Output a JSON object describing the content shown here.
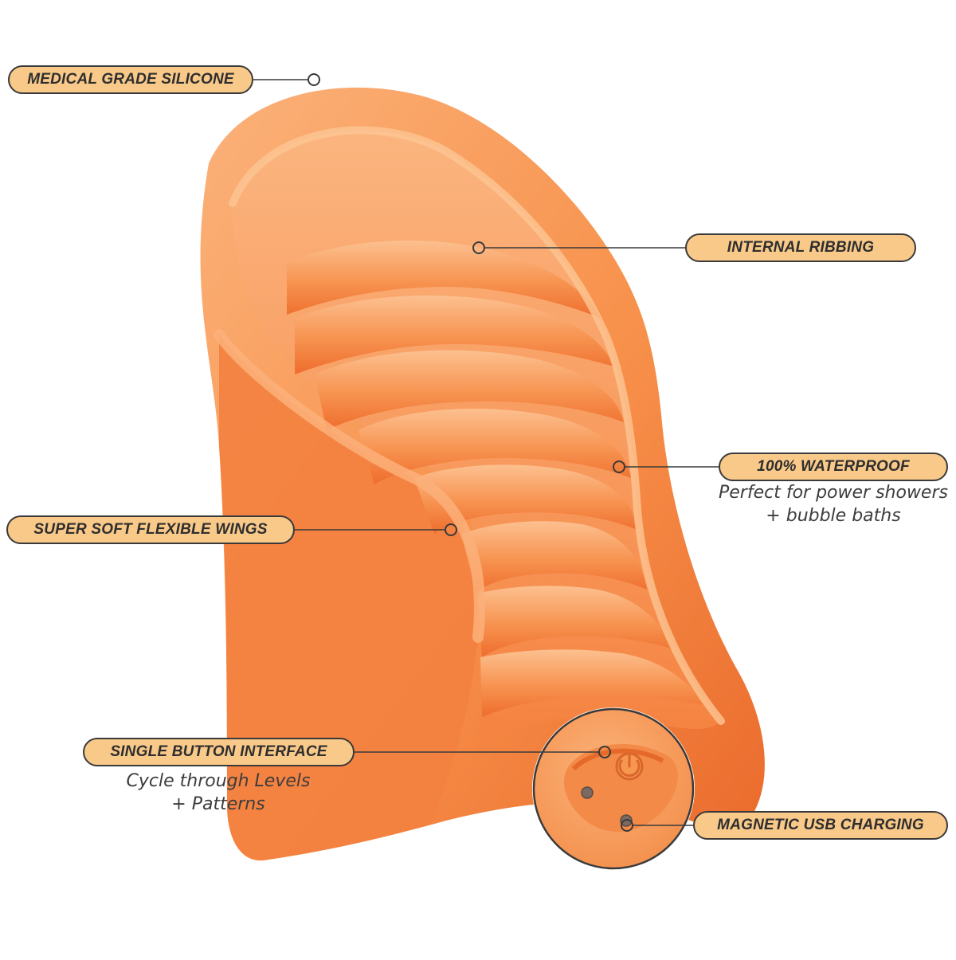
{
  "callouts": {
    "medical_grade": {
      "label": "MEDICAL GRADE SILICONE"
    },
    "internal_ribbing": {
      "label": "INTERNAL RIBBING"
    },
    "waterproof": {
      "label": "100% WATERPROOF",
      "description_line1": "Perfect for power showers",
      "description_line2": "+ bubble baths"
    },
    "flexible_wings": {
      "label": "SUPER SOFT FLEXIBLE WINGS"
    },
    "single_button": {
      "label": "SINGLE BUTTON INTERFACE",
      "description_line1": "Cycle through Levels",
      "description_line2": "+ Patterns"
    },
    "magnetic_usb": {
      "label": "MAGNETIC USB CHARGING"
    }
  },
  "colors": {
    "product_orange": "#f7904a",
    "product_light": "#fbb27a",
    "product_shadow": "#e8652a",
    "pill_fill": "#f9c98a",
    "outline": "#3a3a3a"
  },
  "icons": {
    "power_icon": "power-button-icon",
    "charge_pins": "magnetic-charging-pins-icon"
  }
}
